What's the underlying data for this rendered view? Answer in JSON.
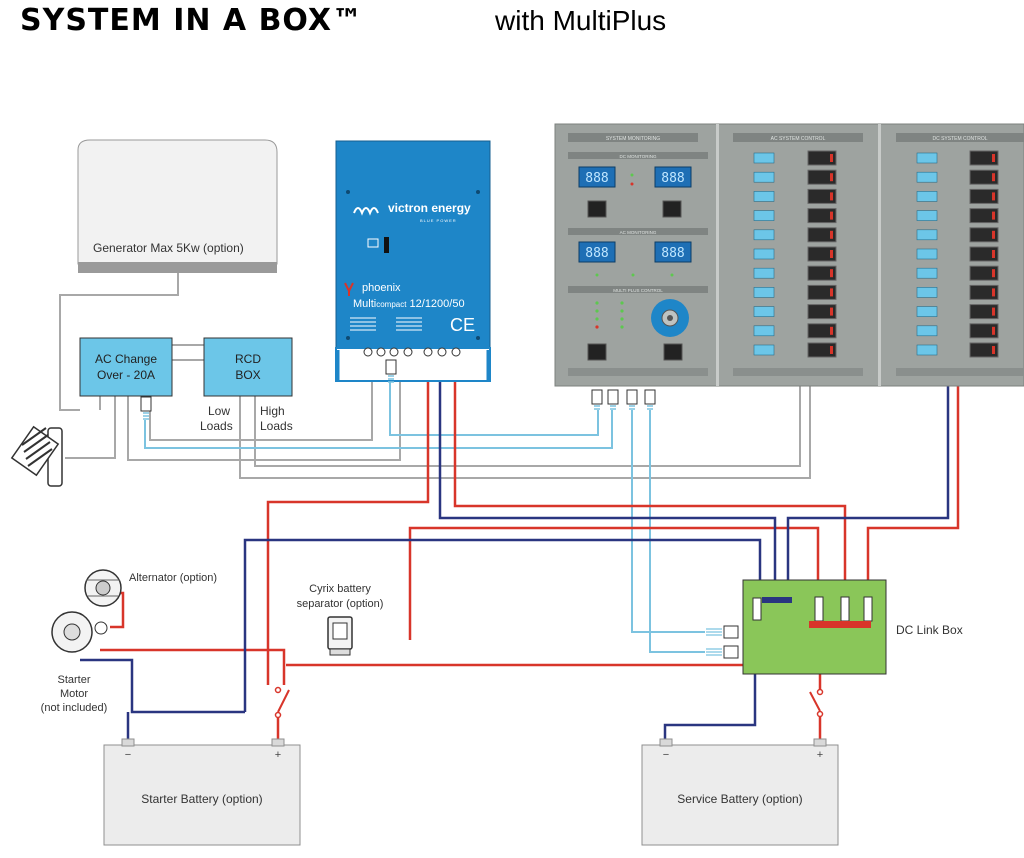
{
  "title": {
    "main": "SYSTEM IN A BOX™",
    "sub": "with MultiPlus"
  },
  "labels": {
    "generator": "Generator Max 5Kw (option)",
    "ac_change_line1": "AC Change",
    "ac_change_line2": "Over - 20A",
    "rcd_line1": "RCD",
    "rcd_line2": "BOX",
    "low_loads_1": "Low",
    "low_loads_2": "Loads",
    "high_loads_1": "High",
    "high_loads_2": "Loads",
    "alternator": "Alternator (option)",
    "cyrix_line1": "Cyrix battery",
    "cyrix_line2": "separator (option)",
    "starter_1": "Starter",
    "starter_2": "Motor",
    "starter_3": "(not included)",
    "dc_link_box": "DC Link Box",
    "starter_battery": "Starter Battery (option)",
    "service_battery": "Service Battery (option)",
    "minus": "−",
    "plus": "+"
  },
  "inverter": {
    "brand": "victron energy",
    "brand_sub": "BLUE POWER",
    "product": "phoenix",
    "model_prefix": "Multi",
    "model_small": "compact",
    "model_rest": " 12/1200/50",
    "ce": "CE"
  },
  "panel": {
    "sections": [
      "SYSTEM MONITORING",
      "AC SYSTEM CONTROL",
      "DC SYSTEM CONTROL"
    ],
    "dc_monitoring": "DC MONITORING",
    "ac_monitoring": "AC MONITORING",
    "multiplus_control": "MULTI PLUS CONTROL",
    "display_value": "888"
  },
  "colors": {
    "ac_wire": "#a8a8a8",
    "signal_wire": "#7cc3e0",
    "positive_wire": "#d8352a",
    "negative_wire": "#2a3580",
    "box_fill": "#6cc6e8",
    "dc_link_fill": "#8ac659",
    "victron_blue": "#1e86c8",
    "panel_grey": "#9ea3a0"
  }
}
